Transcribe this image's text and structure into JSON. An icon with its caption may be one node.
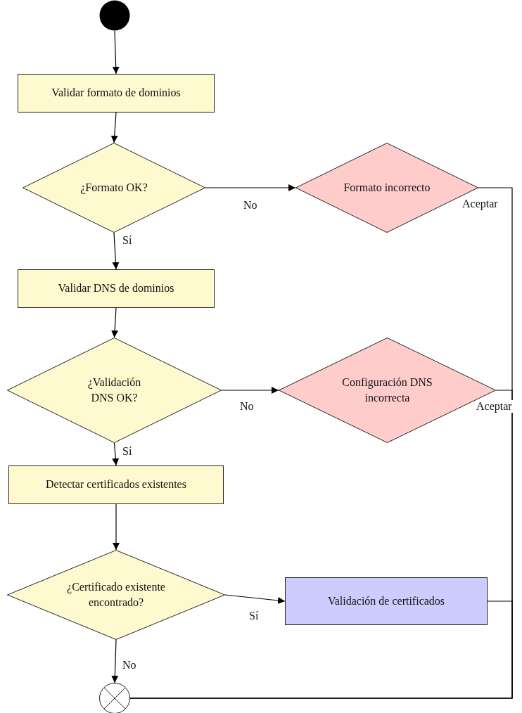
{
  "diagram": {
    "nodes": [
      {
        "text": [],
        "shape": "circle"
      },
      {
        "text": [
          "Validar formato de dominios"
        ]
      },
      {
        "text": [
          "¿Formato OK?"
        ]
      },
      {
        "text": [
          "Formato incorrecto"
        ]
      },
      {
        "text": [
          "Validar DNS de dominios"
        ]
      },
      {
        "text": [
          "¿Validación DNS OK?"
        ]
      },
      {
        "text": [
          "Configuración DNS incorrecta"
        ]
      },
      {
        "text": [
          "Detectar certificados existentes"
        ]
      },
      {
        "text": [
          "¿Certificado existente encontrado?"
        ]
      },
      {
        "text": [
          "Validación de certificados"
        ]
      },
      {
        "text": [],
        "shape": "circle"
      }
    ],
    "edges": [
      {
        "from": 0,
        "to": 1,
        "arrow": "to"
      },
      {
        "from": 1,
        "to": 2,
        "arrow": "to"
      },
      {
        "from": 2,
        "to": 3,
        "arrow": "to",
        "label": "No"
      },
      {
        "from": 2,
        "to": 4,
        "arrow": "to",
        "label": "Sí"
      },
      {
        "from": 3,
        "to": 10,
        "arrow": "to",
        "label": "Aceptar"
      },
      {
        "from": 4,
        "to": 5,
        "arrow": "to"
      },
      {
        "from": 5,
        "to": 6,
        "arrow": "to",
        "label": "No"
      },
      {
        "from": 5,
        "to": 7,
        "arrow": "to",
        "label": "Sí"
      },
      {
        "from": 6,
        "to": 10,
        "arrow": "to",
        "label": "Aceptar"
      },
      {
        "from": 7,
        "to": 8,
        "arrow": "to"
      },
      {
        "from": 8,
        "to": 9,
        "arrow": "to",
        "label": "Sí"
      },
      {
        "from": 8,
        "to": 10,
        "arrow": "to",
        "label": "No"
      },
      {
        "from": 9,
        "to": 10,
        "arrow": "to"
      }
    ]
  }
}
